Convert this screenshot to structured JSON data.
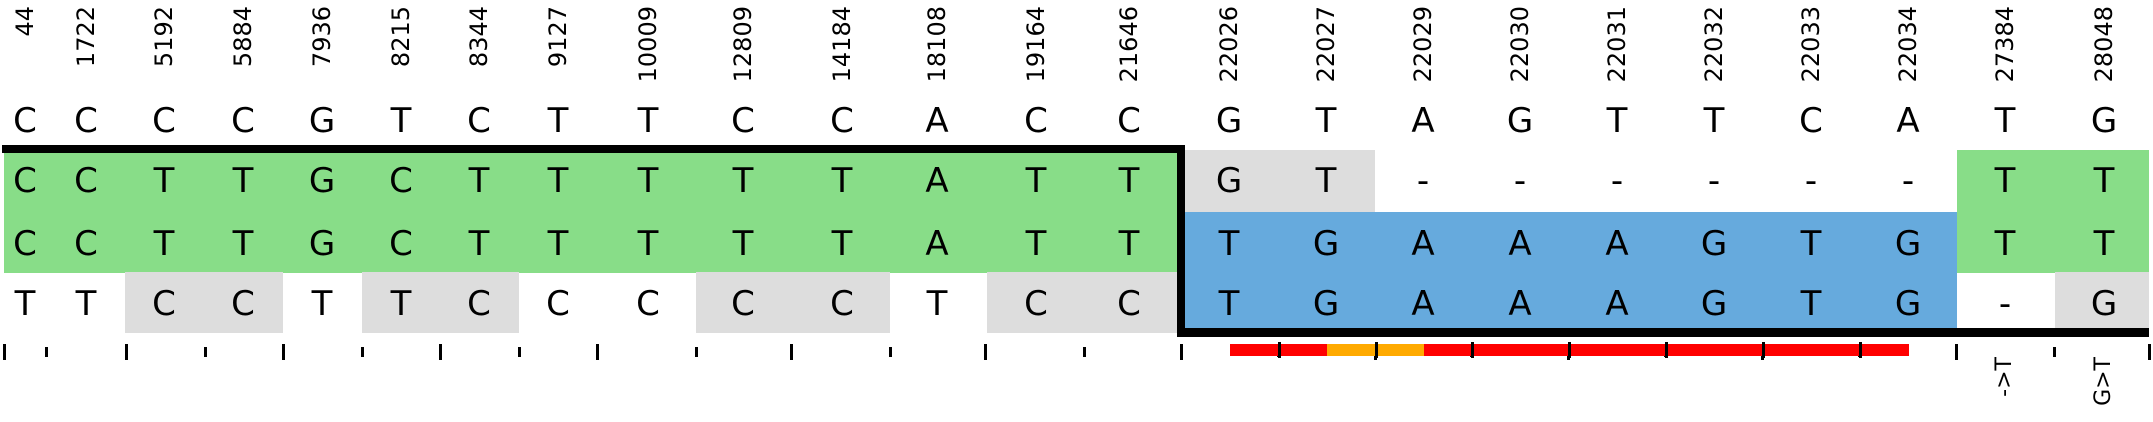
{
  "positions": [
    "44",
    "1722",
    "5192",
    "5884",
    "7936",
    "8215",
    "8344",
    "9127",
    "10009",
    "12809",
    "14184",
    "18108",
    "19164",
    "21646",
    "22026",
    "22027",
    "22029",
    "22030",
    "22031",
    "22032",
    "22033",
    "22034",
    "27384",
    "28048"
  ],
  "reference": [
    "C",
    "C",
    "C",
    "C",
    "G",
    "T",
    "C",
    "T",
    "T",
    "C",
    "C",
    "A",
    "C",
    "C",
    "G",
    "T",
    "A",
    "G",
    "T",
    "T",
    "C",
    "A",
    "T",
    "G"
  ],
  "rows": [
    {
      "bases": [
        "C",
        "C",
        "T",
        "T",
        "G",
        "C",
        "T",
        "T",
        "T",
        "T",
        "T",
        "A",
        "T",
        "T",
        "G",
        "T",
        "-",
        "-",
        "-",
        "-",
        "-",
        "-",
        "T",
        "T"
      ],
      "fills": [
        "green",
        "green",
        "green",
        "green",
        "green",
        "green",
        "green",
        "green",
        "green",
        "green",
        "green",
        "green",
        "green",
        "green",
        "gray",
        "gray",
        "none",
        "none",
        "none",
        "none",
        "none",
        "none",
        "green",
        "green"
      ]
    },
    {
      "bases": [
        "C",
        "C",
        "T",
        "T",
        "G",
        "C",
        "T",
        "T",
        "T",
        "T",
        "T",
        "A",
        "T",
        "T",
        "T",
        "G",
        "A",
        "A",
        "A",
        "G",
        "T",
        "G",
        "T",
        "T"
      ],
      "fills": [
        "green",
        "green",
        "green",
        "green",
        "green",
        "green",
        "green",
        "green",
        "green",
        "green",
        "green",
        "green",
        "green",
        "green",
        "blue",
        "blue",
        "blue",
        "blue",
        "blue",
        "blue",
        "blue",
        "blue",
        "green",
        "green"
      ]
    },
    {
      "bases": [
        "T",
        "T",
        "C",
        "C",
        "T",
        "T",
        "C",
        "C",
        "C",
        "C",
        "C",
        "T",
        "C",
        "C",
        "T",
        "G",
        "A",
        "A",
        "A",
        "G",
        "T",
        "G",
        "-",
        "G"
      ],
      "fills": [
        "none",
        "none",
        "gray",
        "gray",
        "none",
        "gray",
        "gray",
        "none",
        "none",
        "gray",
        "gray",
        "none",
        "gray",
        "gray",
        "blue",
        "blue",
        "blue",
        "blue",
        "blue",
        "blue",
        "blue",
        "blue",
        "none",
        "gray"
      ]
    }
  ],
  "colors": {
    "green": "#88dd88",
    "blue": "#66aadd",
    "gray": "#dddddd",
    "red": "#ff0000",
    "orange": "#ffaa00",
    "border": "#000000"
  },
  "annotation_bar": {
    "segments": [
      {
        "from_col": 14,
        "to_col": 15,
        "color": "red"
      },
      {
        "from_col": 15,
        "to_col": 16,
        "color": "orange"
      },
      {
        "from_col": 16,
        "to_col": 21,
        "color": "red"
      }
    ]
  },
  "mutation_labels": [
    {
      "col": 22,
      "text": "->T"
    },
    {
      "col": 23,
      "text": "G>T"
    }
  ]
}
